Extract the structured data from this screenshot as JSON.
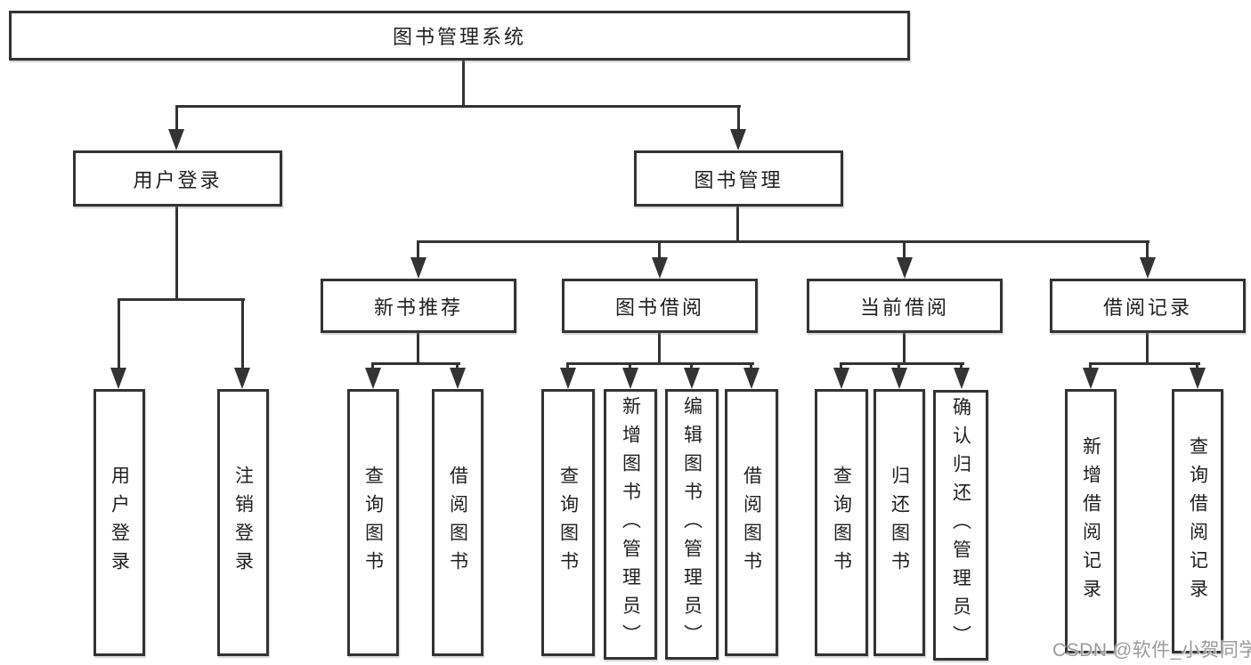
{
  "diagram": {
    "title": "图书管理系统",
    "type": "hierarchy-tree",
    "colors": {
      "background": "#ffffff",
      "line": "#333333",
      "box_border": "#333333",
      "text": "#1f1f1f",
      "watermark": "#9b9b9b"
    },
    "watermark": "CSDN @软件_小贺同学"
  },
  "nodes": {
    "root": "图书管理系统",
    "user_login": "用户登录",
    "book_mgmt": "图书管理",
    "new_book_rec": "新书推荐",
    "book_borrow": "图书借阅",
    "current_borrow": "当前借阅",
    "borrow_record": "借阅记录",
    "leaf_user_login": "用户登录",
    "leaf_logout": "注销登录",
    "nb_query": "查询图书",
    "nb_borrow": "借阅图书",
    "bb_query": "查询图书",
    "bb_add": "新增图书（管理员）",
    "bb_edit": "编辑图书（管理员）",
    "bb_borrow": "借阅图书",
    "cb_query": "查询图书",
    "cb_return": "归还图书",
    "cb_confirm": "确认归还（管理员）",
    "br_add": "新增借阅记录",
    "br_query": "查询借阅记录"
  },
  "hierarchy": {
    "root": "图书管理系统",
    "children": [
      {
        "label": "用户登录",
        "children": [
          "用户登录",
          "注销登录"
        ]
      },
      {
        "label": "图书管理",
        "children": [
          {
            "label": "新书推荐",
            "children": [
              "查询图书",
              "借阅图书"
            ]
          },
          {
            "label": "图书借阅",
            "children": [
              "查询图书",
              "新增图书（管理员）",
              "编辑图书（管理员）",
              "借阅图书"
            ]
          },
          {
            "label": "当前借阅",
            "children": [
              "查询图书",
              "归还图书",
              "确认归还（管理员）"
            ]
          },
          {
            "label": "借阅记录",
            "children": [
              "新增借阅记录",
              "查询借阅记录"
            ]
          }
        ]
      }
    ]
  }
}
